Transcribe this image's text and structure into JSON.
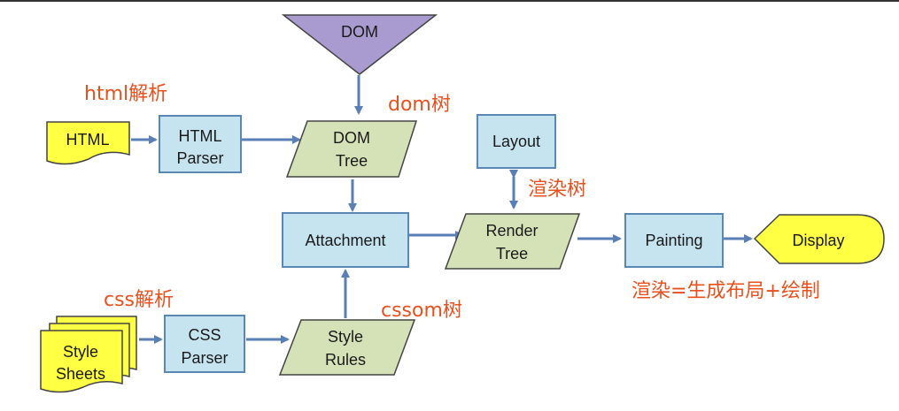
{
  "nodes": {
    "dom": {
      "label": "DOM"
    },
    "html": {
      "label": "HTML"
    },
    "html_parser": {
      "line1": "HTML",
      "line2": "Parser"
    },
    "dom_tree": {
      "line1": "DOM",
      "line2": "Tree"
    },
    "attachment": {
      "label": "Attachment"
    },
    "layout": {
      "label": "Layout"
    },
    "render_tree": {
      "line1": "Render",
      "line2": "Tree"
    },
    "painting": {
      "label": "Painting"
    },
    "display": {
      "label": "Display"
    },
    "style_sheets": {
      "line1": "Style",
      "line2": "Sheets"
    },
    "css_parser": {
      "line1": "CSS",
      "line2": "Parser"
    },
    "style_rules": {
      "line1": "Style",
      "line2": "Rules"
    }
  },
  "annotations": {
    "html_parse": "html解析",
    "dom_tree": "dom树",
    "render_tree": "渲染树",
    "css_parse": "css解析",
    "cssom_tree": "cssom树",
    "rendering": "渲染=生成布局+绘制"
  },
  "colors": {
    "blue_box": "#c6e3f0",
    "blue_border": "#5a87b3",
    "green_shape": "#d5e2b8",
    "yellow_doc": "#ffff44",
    "purple": "#a99bd0",
    "arrow": "#5a7fb5",
    "annotation": "#e8501e"
  }
}
